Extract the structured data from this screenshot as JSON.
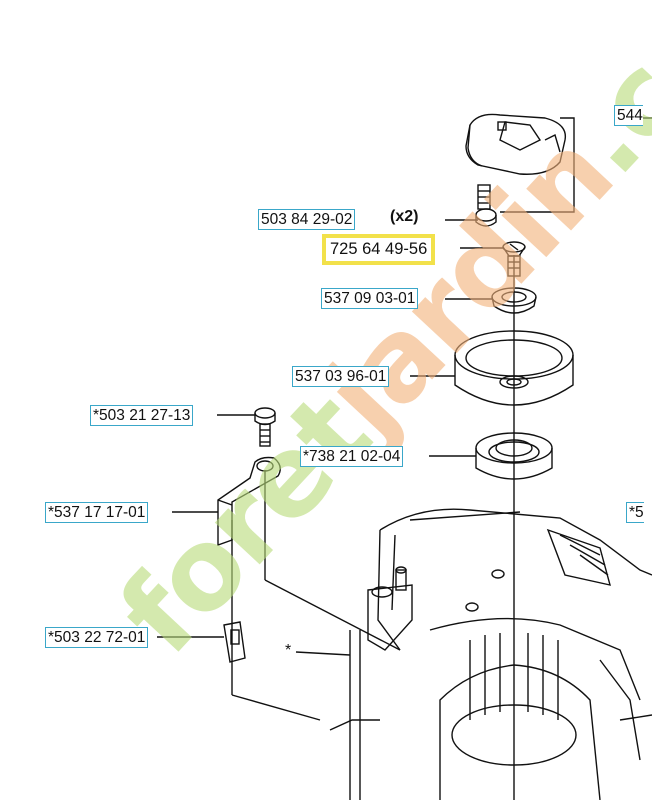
{
  "labels": {
    "top_partial": "544",
    "p1": "503 84 29-02",
    "p1_qty": "(x2)",
    "p2": "725 64 49-56",
    "p3": "537 09 03-01",
    "p4": "537 03 96-01",
    "p5": "*503 21 27-13",
    "p6": "*738 21 02-04",
    "p7": "*537 17 17-01",
    "p8": "*503 22 72-01",
    "right_partial": "*5",
    "star": "*"
  },
  "watermark": {
    "part1": "foret",
    "part2": "jardin",
    "part3": ".com"
  },
  "colors": {
    "label_border": "#3aa7c9",
    "highlight": "#f2e14a",
    "watermark_green": "#b8dc7a",
    "watermark_orange": "#f3b27a"
  }
}
